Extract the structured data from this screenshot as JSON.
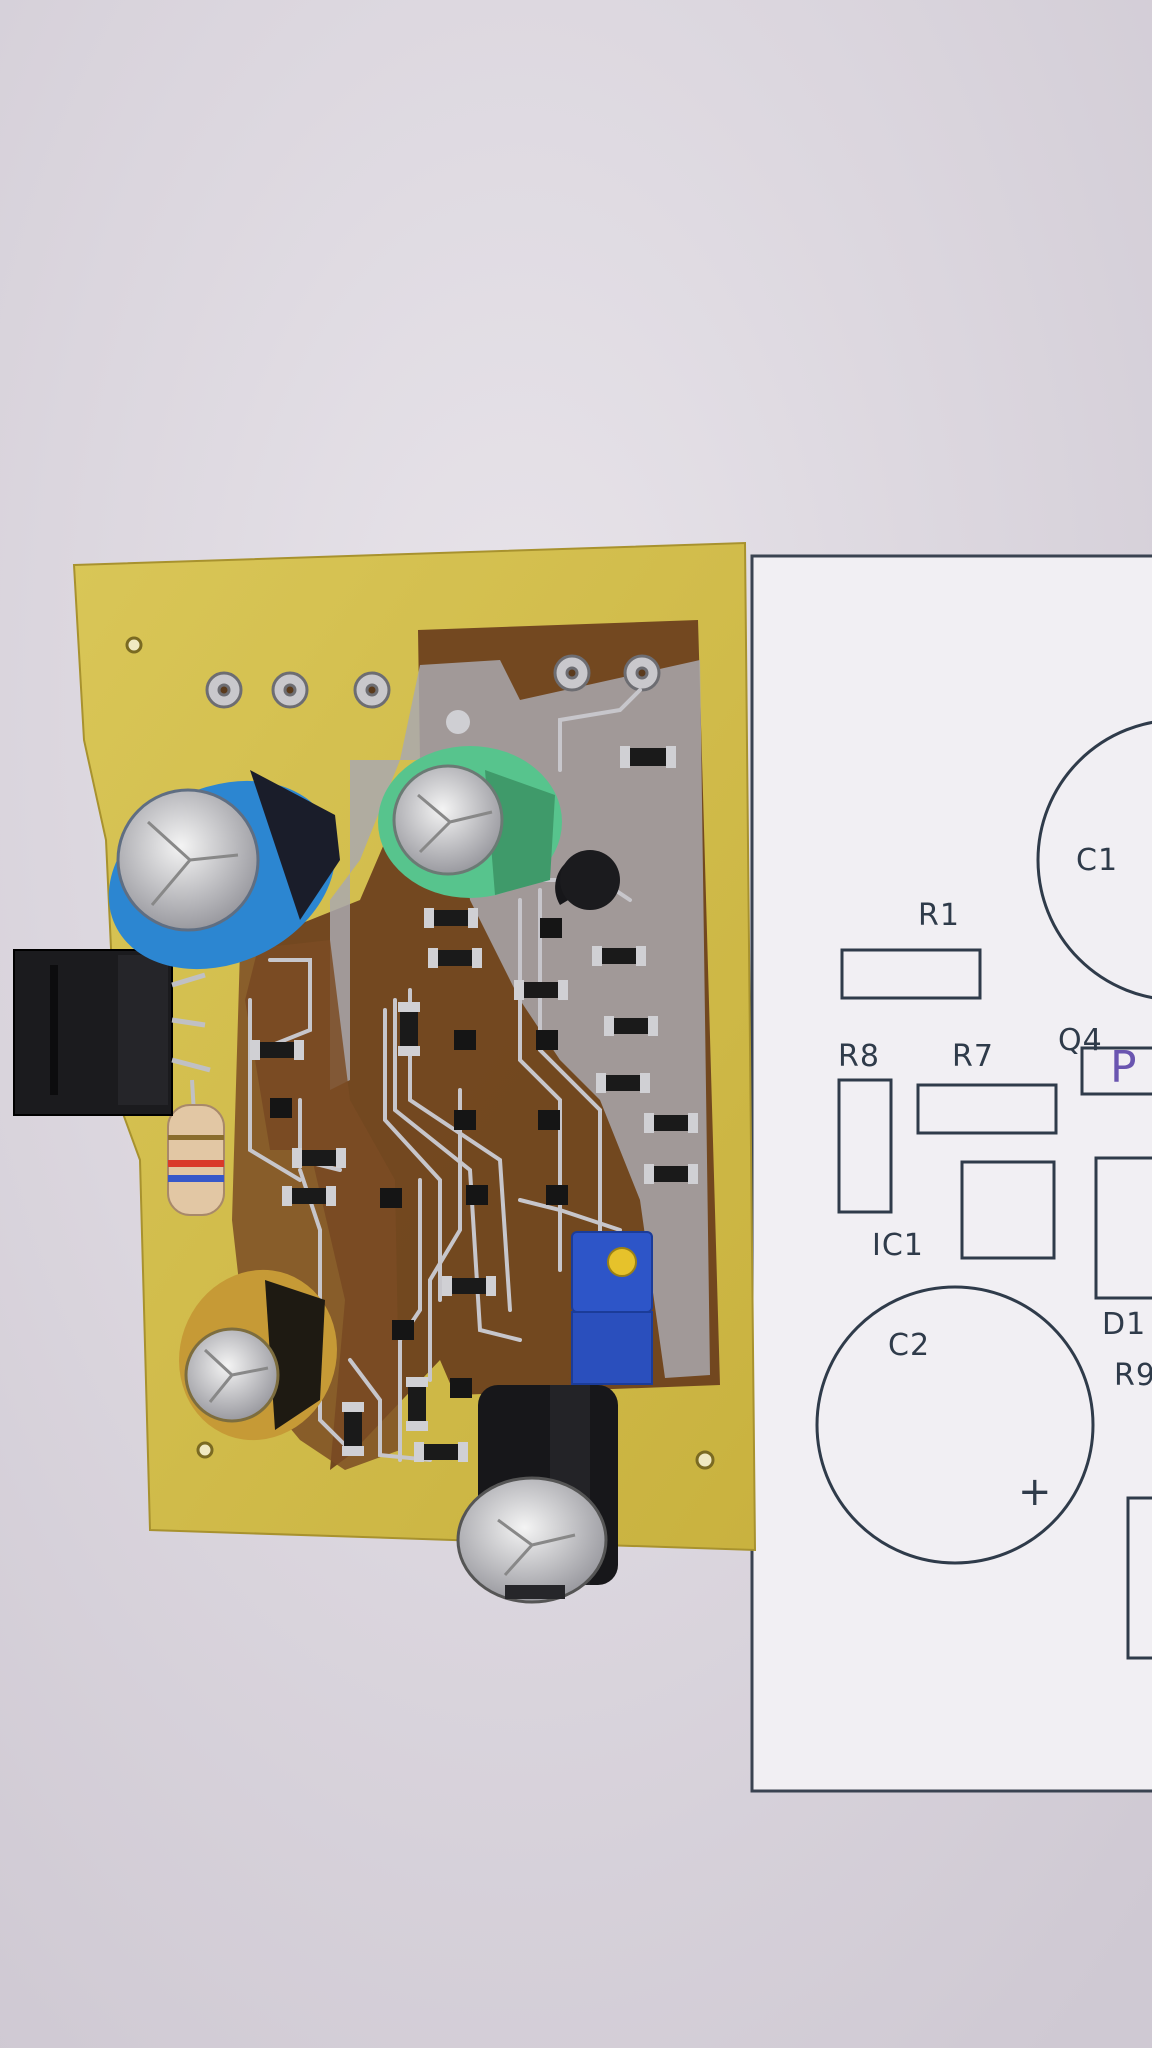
{
  "colors": {
    "wall": "#dcd6df",
    "paper": "#f1eff3",
    "ink": "#2f3b4a",
    "pcb_fr4": "#d7c24f",
    "copper_dark": "#6a3e1c",
    "tin": "#b8b7bd",
    "cap_blue": "#2c86d1",
    "cap_green": "#57c48d",
    "cap_black": "#17171a",
    "cap_gold": "#c69a36",
    "trimmer_blue": "#2d55c8"
  },
  "silkscreen": {
    "c1": "C1",
    "r1": "R1",
    "q4": "Q4",
    "r8": "R8",
    "r7": "R7",
    "q4_marker": "P",
    "ic1": "IC1",
    "c2": "C2",
    "d1": "D1",
    "r9_partial": "R9",
    "c2_polarity": "+"
  },
  "icons": {
    "board": "pcb-board-icon",
    "capacitor": "electrolytic-capacitor-icon",
    "trimmer": "trimmer-potentiometer-icon",
    "transistor": "to92-transistor-icon",
    "regulator": "to220-regulator-icon",
    "resistor": "resistor-icon"
  }
}
